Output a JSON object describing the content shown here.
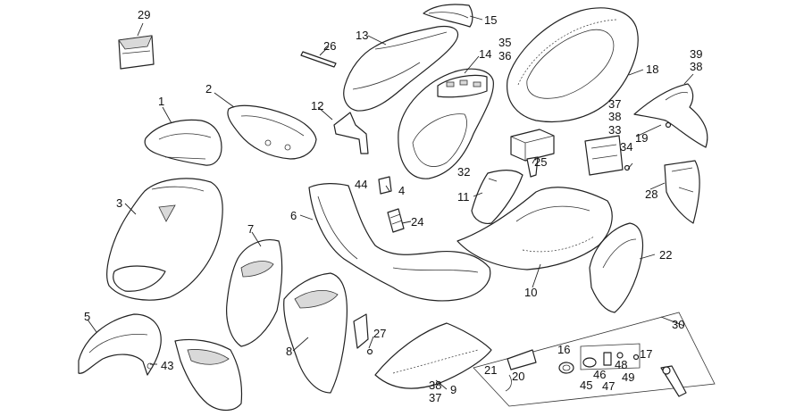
{
  "diagram": {
    "part_numbers": {
      "p1": "1",
      "p2": "2",
      "p3": "3",
      "p4": "4",
      "p5": "5",
      "p6": "6",
      "p7": "7",
      "p8": "8",
      "p9": "9",
      "p10": "10",
      "p11": "11",
      "p12": "12",
      "p13": "13",
      "p14": "14",
      "p15": "15",
      "p16": "16",
      "p17": "17",
      "p18": "18",
      "p19": "19",
      "p20": "20",
      "p21": "21",
      "p22": "22",
      "p24": "24",
      "p25": "25",
      "p26": "26",
      "p27": "27",
      "p28": "28",
      "p29": "29",
      "p30": "30",
      "p32": "32",
      "p33": "33",
      "p34": "34",
      "p35": "35",
      "p36": "36",
      "p37a": "37",
      "p37b": "37",
      "p38a": "38",
      "p38b": "38",
      "p38c": "38",
      "p39": "39",
      "p43": "43",
      "p44": "44",
      "p45": "45",
      "p46": "46",
      "p47": "47",
      "p48": "48",
      "p49": "49"
    },
    "colors": {
      "line": "#222222",
      "shade": "#d9d9d9",
      "background": "#ffffff"
    }
  }
}
